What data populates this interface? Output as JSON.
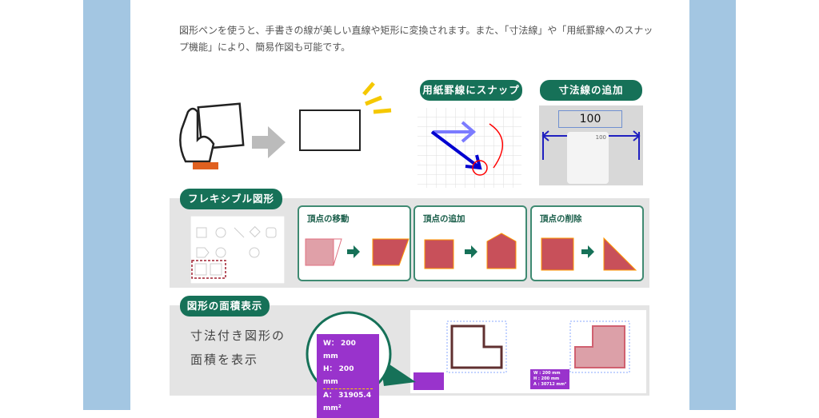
{
  "intro_text": "図形ペンを使うと、手書きの線が美しい直線や矩形に変換されます。また、「寸法線」や「用紙罫線へのスナップ機能」により、簡易作図も可能です。",
  "badges": {
    "snap": "用紙罫線にスナップ",
    "dimension": "寸法線の追加",
    "flexible": "フレキシブル図形",
    "area": "図形の面積表示"
  },
  "dimension_value": "100",
  "keypad_display": "100",
  "cards": [
    {
      "title": "頂点の移動"
    },
    {
      "title": "頂点の追加"
    },
    {
      "title": "頂点の削除"
    }
  ],
  "area_caption": [
    "寸法付き図形の",
    "面積を表示"
  ],
  "area_readout": {
    "w": "W： 200　mm",
    "h": "H： 200　mm",
    "a": "A： 31905.4　mm²"
  },
  "area_readout_small_2": {
    "w": "W : 200 mm",
    "h": "H : 200 mm",
    "a": "A : 30712 mm²"
  },
  "colors": {
    "accent": "#167158",
    "side": "#a3c6e2",
    "shape": "#c8505a",
    "readout": "#9933cc"
  }
}
